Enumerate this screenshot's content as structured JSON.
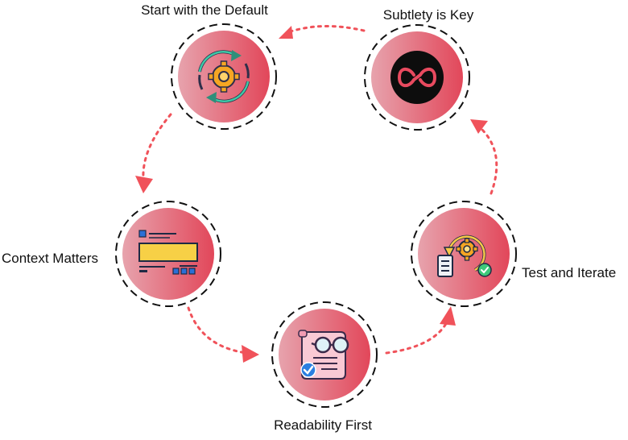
{
  "diagram": {
    "colors": {
      "circle_light": "#e7a3ad",
      "circle_dark": "#e2475a",
      "arrow": "#f0525a",
      "dash_ring": "#111111"
    },
    "nodes": [
      {
        "id": "start",
        "label": "Start with the Default",
        "icon": "gear-cycle-icon"
      },
      {
        "id": "subtlety",
        "label": "Subtlety is Key",
        "icon": "infinity-icon"
      },
      {
        "id": "test",
        "label": "Test and Iterate",
        "icon": "gear-checklist-icon"
      },
      {
        "id": "readability",
        "label": "Readability First",
        "icon": "document-glasses-icon"
      },
      {
        "id": "context",
        "label": "Context Matters",
        "icon": "context-board-icon"
      }
    ],
    "flow": [
      "subtlety->start",
      "start->context",
      "context->readability",
      "readability->test",
      "test->subtlety"
    ]
  }
}
